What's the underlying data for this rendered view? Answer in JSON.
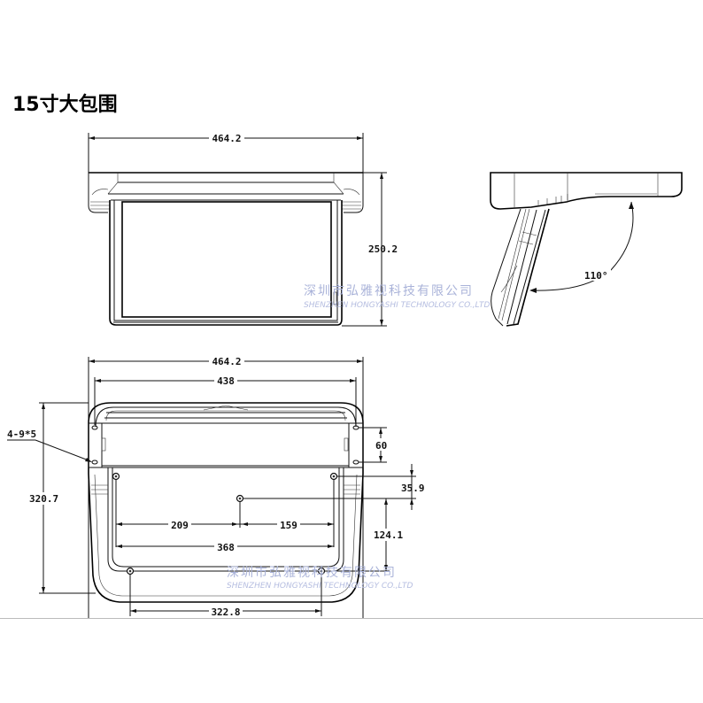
{
  "title": "15寸大包围",
  "watermark": {
    "cn": "深圳市弘雅视科技有限公司",
    "en": "SHENZHEN HONGYASHI TECHNOLOGY CO.,LTD",
    "color": "#aab3d9"
  },
  "front_view": {
    "width_label": "464.2",
    "height_label": "250.2"
  },
  "side_view": {
    "angle_label": "110°"
  },
  "bottom_view": {
    "overall_width_label": "464.2",
    "inner_width_label": "438",
    "overall_height_label": "320.7",
    "slot_label": "4-9*5",
    "slot_spacing_label": "60",
    "hole_offset_label": "35.9",
    "hole_vertical_label": "124.1",
    "hole_left_span_label": "209",
    "hole_right_span_label": "159",
    "hole_top_span_label": "368",
    "hole_bottom_span_label": "322.8"
  }
}
